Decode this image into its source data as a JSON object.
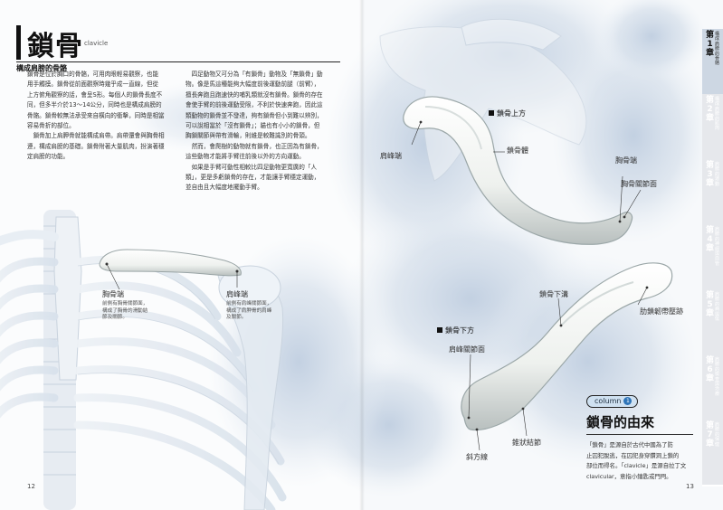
{
  "page": {
    "title": "鎖骨",
    "title_en": "clavicle",
    "subtitle": "構成肩膀的骨骼",
    "left_page_number": "12",
    "right_page_number": "13"
  },
  "body": {
    "col1_lines": [
      "鎖骨是位於胸口的骨骼，可用肉眼輕易觀察，也能",
      "用手觸摸。鎖骨從前面觀察時幾乎成一直線，但從",
      "上方俯角觀察的話，會呈S形。每個人的鎖骨長度不",
      "同，但多半介於13～14公分，同時也是構成肩膀的",
      "骨骼。鎖骨較無法承受來自橫向的衝擊，同時是相當",
      "容易骨折的部位。",
      "　鎖骨加上肩胛骨就能構成肩帶。肩帶還會與胸骨相",
      "連，構成肩膀的基礎。鎖骨附著大量肌肉，扮演著穩",
      "定肩膀的功能。"
    ],
    "col2_lines": [
      "　四足動物又可分為「有鎖骨」動物及「無鎖骨」動",
      "物。像是馬這種能夠大幅度前後運動前腿（前臂），",
      "擅長奔跑且跑速快的哺乳類就沒有鎖骨。鎖骨的存在",
      "會使手臂的前後運動受限，不利於快速奔跑，因此這",
      "類動物的鎖骨並不發達，夠有鎖骨但小到難以辨別，",
      "可以說相當於「沒有鎖骨」；貓也有小小的鎖骨，但",
      "胸鎖關節與帶有滑輪，則維是較難識別的骨頭。",
      "　然而，會爬樹的動物就有鎖骨，也正因為有鎖骨，",
      "這些動物才能將手臂往前後以外的方向運動。",
      "　如果是手臂可動性相較比四足動物更寬廣的「人",
      "類」，更是多虧鎖骨的存在，才能讓手臂穩定運動，",
      "並自由且大幅度地擺動手臂。"
    ]
  },
  "figure_left": {
    "label_sternal_end": "胸骨端",
    "note_sternal": [
      "前側有胸骨關節面，",
      "構成了胸骨的滑動結",
      "節及關節。"
    ],
    "label_acromial_end": "肩峰端",
    "note_acromial": [
      "前側有肩峰關節面，",
      "構成了肩胛骨的肩峰",
      "及關節。"
    ]
  },
  "figure_right": {
    "top_view_title": "鎖骨上方",
    "bottom_view_title": "鎖骨下方",
    "labels": {
      "acromial_end": "肩峰端",
      "body": "鎖骨體",
      "sternal_end": "胸骨端",
      "sternal_facet": "胸骨關節面",
      "subclavian_groove": "鎖骨下溝",
      "costoclavicular_impression": "肋鎖韌帶壓跡",
      "acromial_facet": "肩峰關節面",
      "conoid_tubercle": "錐狀結節",
      "trapezoid_line": "斜方線"
    }
  },
  "column": {
    "badge": "column",
    "badge_number": "1",
    "title": "鎖骨的由來",
    "lines": [
      "「鎖骨」是源自於古代中國為了防",
      "止囚犯脫逃，在囚犯身穿鑽洞上鎖的",
      "部位而得名。「clavicle」是源自拉丁文",
      "clavicular，意指小鑰匙或門閂。"
    ]
  },
  "chapter_tabs": [
    {
      "label": "第1章",
      "text": "構成肩膀的骨骼",
      "active": true
    },
    {
      "label": "第2章",
      "text": "構成肩膀的肌肉",
      "active": false
    },
    {
      "label": "第3章",
      "text": "肩膀的運動",
      "active": false
    },
    {
      "label": "第4章",
      "text": "肩膀的神經與血管",
      "active": false
    },
    {
      "label": "第5章",
      "text": "肩膀的病與傷",
      "active": false
    },
    {
      "label": "第6章",
      "text": "肩膀的檢查與治療",
      "active": false
    },
    {
      "label": "第7章",
      "text": "肩膀的保健",
      "active": false
    }
  ]
}
